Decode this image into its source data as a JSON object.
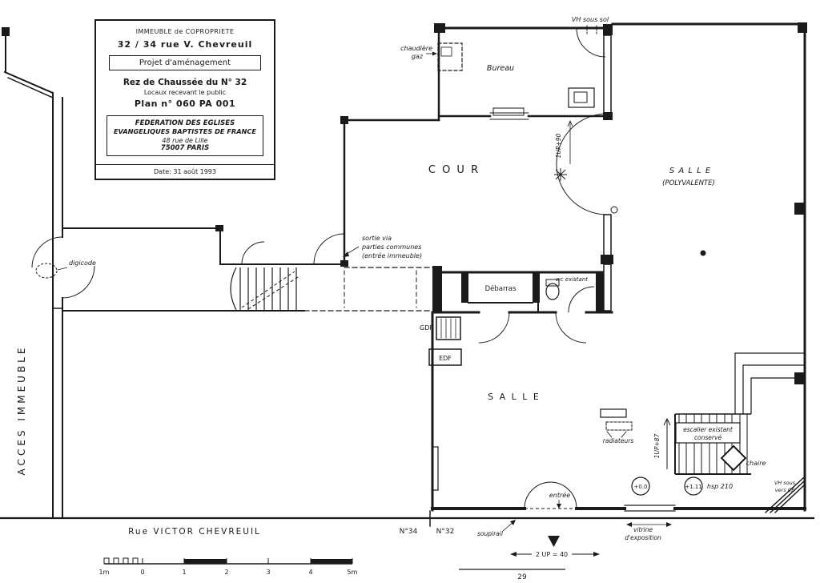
{
  "colors": {
    "ink": "#1a1a1a",
    "paper": "#ffffff"
  },
  "title_block": {
    "building_type": "IMMEUBLE de COPROPRIETE",
    "address": "32 / 34  rue V. Chevreuil",
    "project": "Projet d'aménagement",
    "floor": "Rez de Chaussée du N° 32",
    "audience": "Locaux recevant le public",
    "plan_number": "Plan   n° 060 PA 001",
    "org_line1": "FEDERATION DES EGLISES",
    "org_line2": "EVANGELIQUES BAPTISTES DE FRANCE",
    "org_line3": "48 rue de Lille",
    "org_line4": "75007 PARIS",
    "date": "Date:  31 août 1993"
  },
  "rooms": {
    "bureau": "Bureau",
    "cour": "C O U R",
    "salle_polyvalente_1": "S A L L E",
    "salle_polyvalente_2": "(POLYVALENTE)",
    "salle_main": "S A L L E",
    "debarras": "Débarras",
    "wc": "wc existant"
  },
  "annotations": {
    "vh_sous_sol": "VH sous sol",
    "chaudiere": "chaudière",
    "gaz": "gaz",
    "sortie_line1": "sortie via",
    "sortie_line2": "parties communes",
    "sortie_line3": "(entrée immeuble)",
    "digicode": "digicode",
    "gdf": "GDF",
    "edf": "EDF",
    "radiateurs": "radiateurs",
    "escalier_line1": "escalier existant",
    "escalier_line2": "conservé",
    "stair_up_87": "1UP+87",
    "stair_up_90": "1UP+90",
    "chaire": "chaire",
    "hsp": "hsp 210",
    "level_zero": "+0.0",
    "level_upper": "+1.11",
    "vh_sous": "VH sous",
    "vers_ce": "vers CE",
    "entree": "entrée",
    "soupirail": "soupirail",
    "vitrine_line1": "vitrine",
    "vitrine_line2": "d'exposition",
    "dim_2up": "2 UP = 40",
    "partial_dim": "29",
    "acces_immeuble": "ACCES  IMMEUBLE"
  },
  "street": {
    "name": "Rue  VICTOR  CHEVREUIL",
    "number_34": "N°34",
    "number_32": "N°32"
  },
  "scale_bar": {
    "labels": [
      "1m",
      "0",
      "1",
      "2",
      "3",
      "4",
      "5m"
    ]
  }
}
